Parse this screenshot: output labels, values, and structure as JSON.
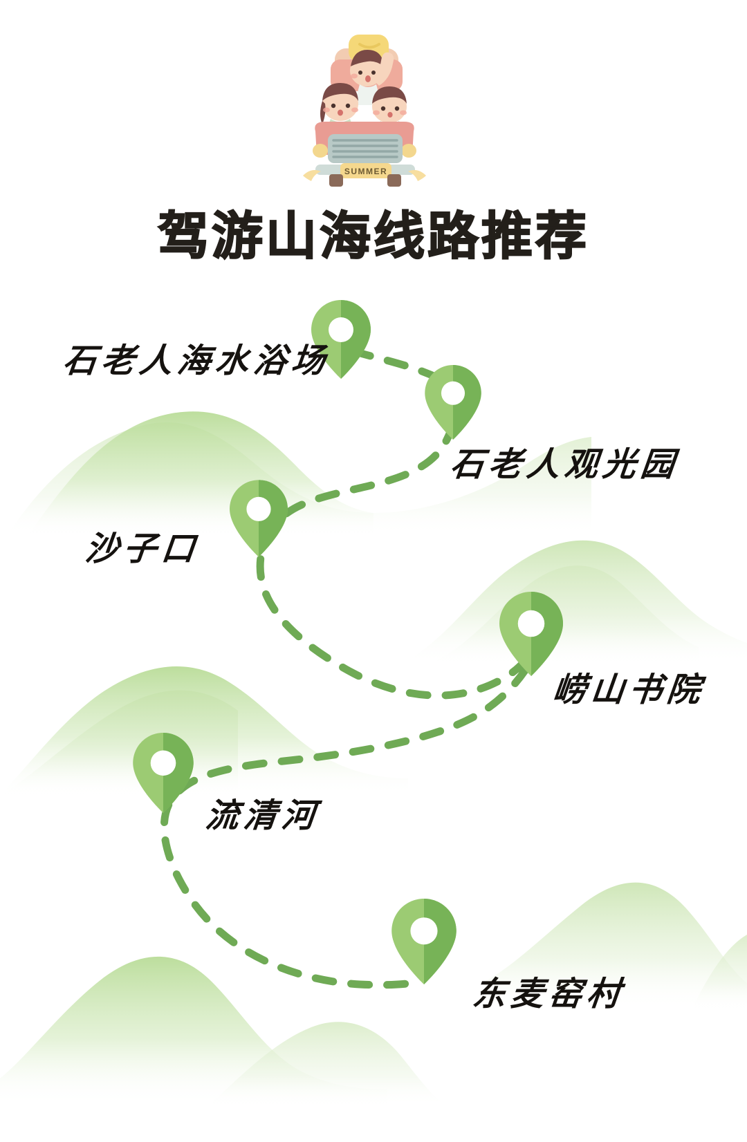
{
  "poster": {
    "title": "驾游山海线路推荐",
    "background_color": "#ffffff",
    "title_color": "#231f1a"
  },
  "illustration": {
    "name": "family-car-summer-illustration",
    "plate_text": "SUMMER",
    "description": "三人卡通家庭自驾车插画"
  },
  "theme": {
    "pin_light": "#9ccb73",
    "pin_dark": "#77b357",
    "route_color": "#6faa55",
    "hill_color": "#bcdc9c"
  },
  "route": {
    "style": "dashed",
    "stop_count": 6
  },
  "stops": [
    {
      "index": 1,
      "label": "石老人海水浴场",
      "pin": "map-pin-icon"
    },
    {
      "index": 2,
      "label": "石老人观光园",
      "pin": "map-pin-icon"
    },
    {
      "index": 3,
      "label": "沙子口",
      "pin": "map-pin-icon"
    },
    {
      "index": 4,
      "label": "崂山书院",
      "pin": "map-pin-icon"
    },
    {
      "index": 5,
      "label": "流清河",
      "pin": "map-pin-icon"
    },
    {
      "index": 6,
      "label": "东麦窑村",
      "pin": "map-pin-icon"
    }
  ]
}
